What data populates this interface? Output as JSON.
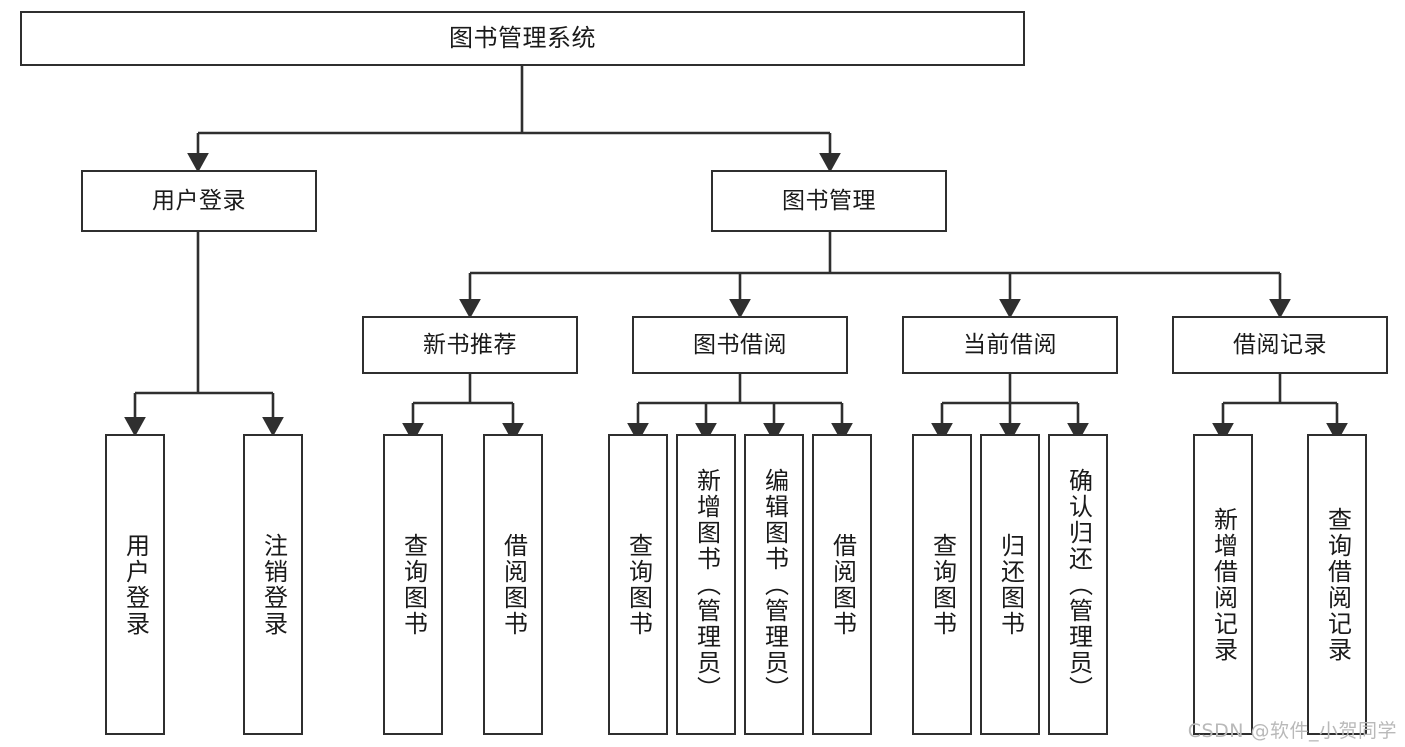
{
  "diagram": {
    "title": "图书管理系统",
    "type": "tree-hierarchy-diagram",
    "colors": {
      "box_border": "#2f2f2f",
      "box_fill": "#ffffff",
      "connector": "#2f2f2f",
      "background": "#ffffff",
      "watermark": "#b9b9b9"
    }
  },
  "root": {
    "label": "图书管理系统"
  },
  "level2": [
    {
      "label": "用户登录"
    },
    {
      "label": "图书管理"
    }
  ],
  "level3": [
    {
      "label": "新书推荐"
    },
    {
      "label": "图书借阅"
    },
    {
      "label": "当前借阅"
    },
    {
      "label": "借阅记录"
    }
  ],
  "leaves": {
    "user_login": [
      {
        "label": "用户登录"
      },
      {
        "label": "注销登录"
      }
    ],
    "new_book_recommend": [
      {
        "label": "查询图书"
      },
      {
        "label": "借阅图书"
      }
    ],
    "book_borrow": [
      {
        "label": "查询图书"
      },
      {
        "label": "新增图书（管理员）"
      },
      {
        "label": "编辑图书（管理员）"
      },
      {
        "label": "借阅图书"
      }
    ],
    "current_borrow": [
      {
        "label": "查询图书"
      },
      {
        "label": "归还图书"
      },
      {
        "label": "确认归还（管理员）"
      }
    ],
    "borrow_record": [
      {
        "label": "新增借阅记录"
      },
      {
        "label": "查询借阅记录"
      }
    ]
  },
  "watermark": {
    "text": "CSDN @软件_小贺同学"
  }
}
